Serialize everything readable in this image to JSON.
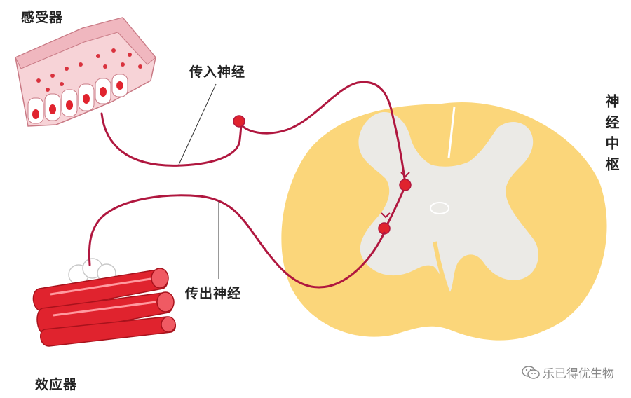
{
  "labels": {
    "receptor": "感受器",
    "afferent": "传入神经",
    "center": "神经中枢",
    "efferent": "传出神经",
    "effector": "效应器"
  },
  "watermark": "乐已得优生物",
  "colors": {
    "nerve": "#b0173f",
    "white_matter": "#fbd67a",
    "gray_matter": "#ebeae6",
    "muscle": "#e0232e",
    "skin": "#f4c6cc"
  }
}
